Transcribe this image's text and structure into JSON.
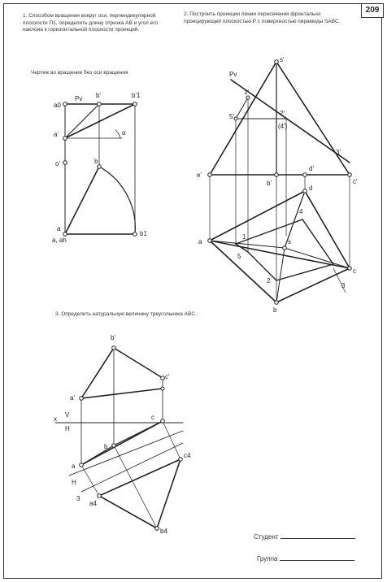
{
  "page_number": "209",
  "task1": {
    "text": "1. Способом вращения вокруг оси, перпендикулярной плоскости П1, определить длину отрезка AB и угол его наклона к горизонтальной плоскости проекций.",
    "caption": "Чертеж во вращении без оси вращения",
    "labels": {
      "a0": "a0",
      "P": "Pv",
      "b1": "b'",
      "b2": "b'1",
      "a1": "a'",
      "alpha": "α",
      "o1": "o'",
      "b": "b",
      "a": "a",
      "a_h": "a, ah",
      "bb1": "b1"
    }
  },
  "task2": {
    "text": "2. Построить проекции линии пересечения фронтально проецирующей плоскостью P с поверхностью пирамиды SABC.",
    "labels": {
      "s1": "s'",
      "P": "Pv",
      "one": "1'",
      "five": "5'",
      "two": "2'",
      "three": "3'",
      "four": "(4')",
      "e1": "e'",
      "b1": "b'",
      "d1": "d'",
      "c1": "c'",
      "a": "a",
      "d": "d",
      "four_h": "4",
      "five_h": "5",
      "one_h": "1",
      "s": "s",
      "two_h": "2",
      "c": "c",
      "three_h": "3",
      "b": "b"
    }
  },
  "task3": {
    "text": "3. Определить натуральную величину треугольника ABC.",
    "labels": {
      "b1": "b'",
      "c1": "c'",
      "a1": "a'",
      "x": "x",
      "V": "V",
      "H": "H",
      "c": "c",
      "b": "b",
      "a": "a",
      "H1": "H",
      "c4": "c4",
      "a4": "a4",
      "b4": "b4",
      "three": "3"
    }
  },
  "footer": {
    "student_label": "Студент",
    "group_label": "Группа"
  }
}
